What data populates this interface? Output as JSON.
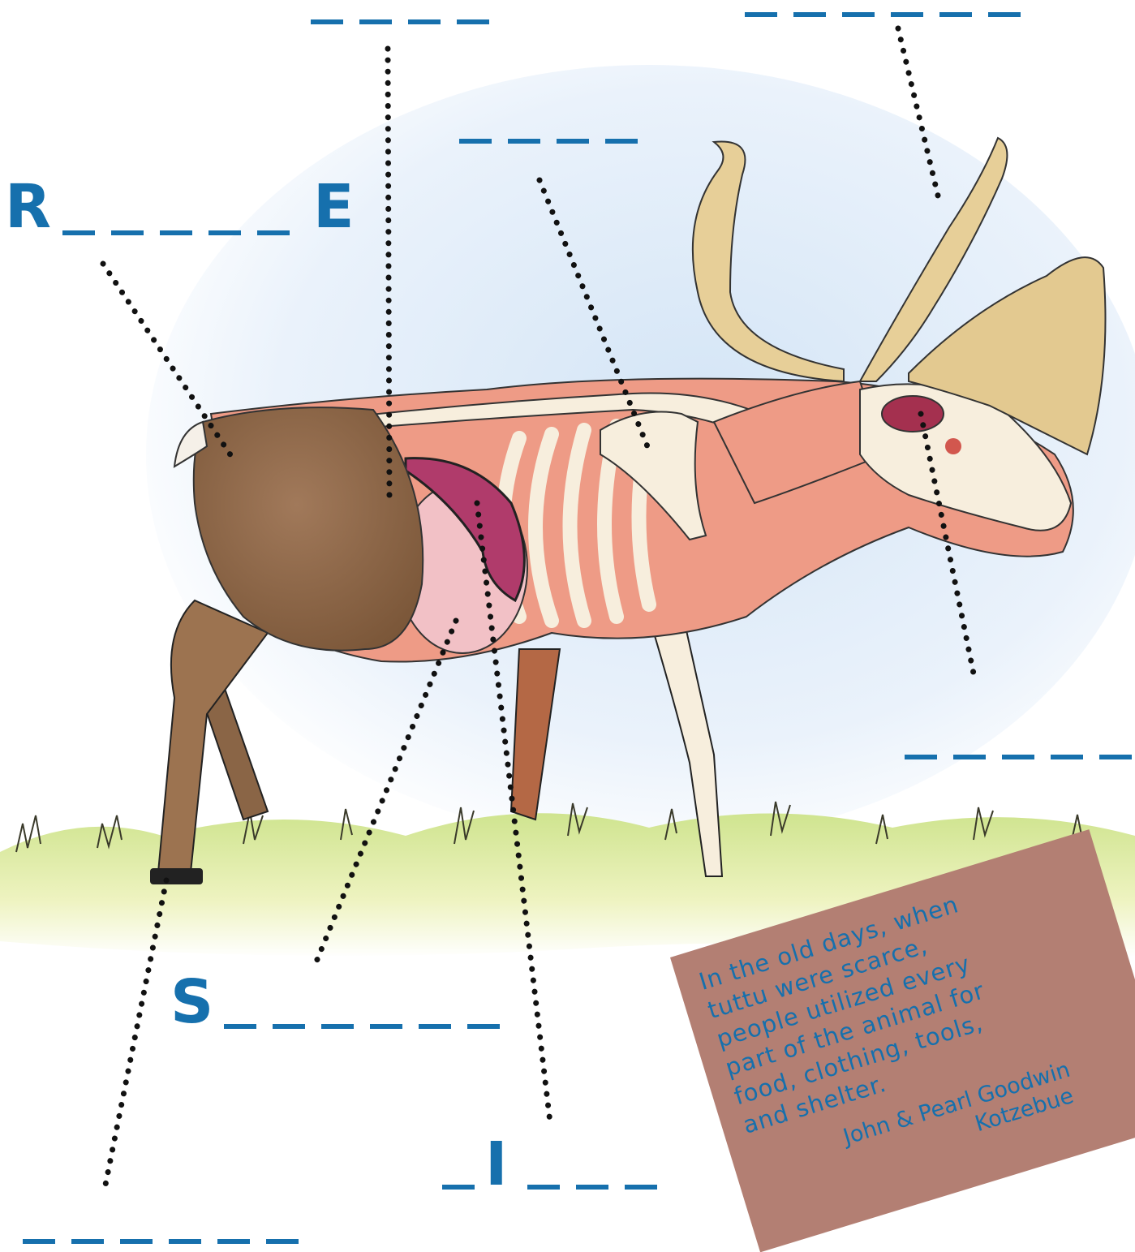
{
  "colors": {
    "accent": "#1670ad",
    "note_bg": "#b37f73",
    "hide": "#8a6546",
    "flesh": "#ee9b86",
    "bone": "#f7eedd",
    "antler": "#e7cf98",
    "organ": "#b03b6b",
    "grass": "#cfe48f",
    "sky": "#dbe9f6"
  },
  "labels": {
    "r_prefix": "R",
    "e_suffix": "E",
    "s_prefix": "S",
    "i_letter": "I"
  },
  "note": {
    "lines": [
      "In the old days, when",
      "tuttu were scarce,",
      "people utilized every",
      "part of the animal for",
      "food, clothing, tools,",
      "and shelter."
    ],
    "credit_name": "John & Pearl Goodwin",
    "credit_place": "Kotzebue"
  }
}
